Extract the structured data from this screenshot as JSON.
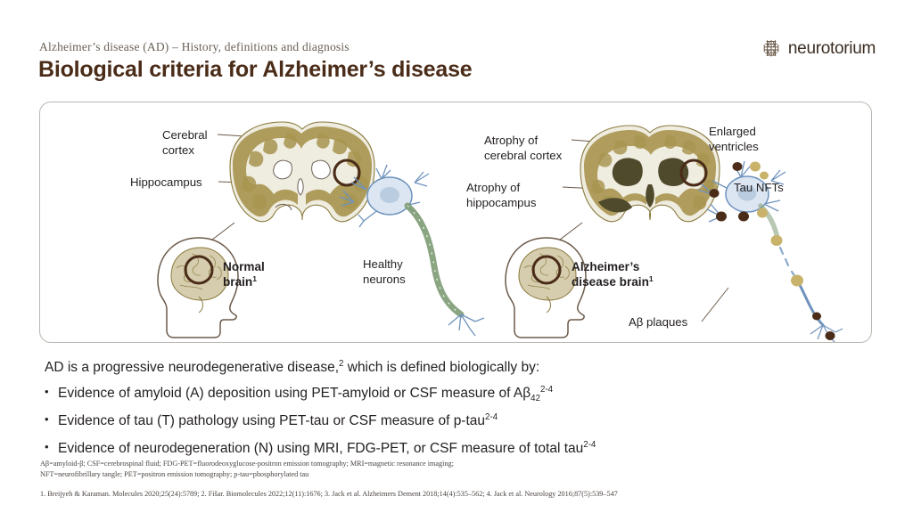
{
  "header": {
    "eyebrow": "Alzheimer’s disease (AD) – History, definitions and diagnosis",
    "title": "Biological criteria for Alzheimer’s disease",
    "logo_text": "neurotorium",
    "logo_icon": "neurotorium-grid-brain-icon"
  },
  "figure": {
    "labels": {
      "cerebral_cortex": "Cerebral",
      "cerebral_cortex_2": "cortex",
      "hippocampus": "Hippocampus",
      "normal_brain": "Normal",
      "normal_brain_2": "brain",
      "normal_brain_sup": "1",
      "healthy_neurons": "Healthy",
      "healthy_neurons_2": "neurons",
      "atrophy_cortex": "Atrophy of",
      "atrophy_cortex_2": "cerebral cortex",
      "atrophy_hippocampus": "Atrophy of",
      "atrophy_hippocampus_2": "hippocampus",
      "enlarged_ventricles": "Enlarged",
      "enlarged_ventricles_2": "ventricles",
      "tau_nfts": "Tau NFTs",
      "ad_brain": "Alzheimer’s",
      "ad_brain_2": "disease brain",
      "ad_brain_sup": "1",
      "abeta_plaques": "Aβ plaques"
    },
    "colors": {
      "brain_gyri": "#a89550",
      "brain_interior": "#efece0",
      "brain_outline": "#8a7a3e",
      "marker_circle": "#4a2c18",
      "neuron_fill": "#dce6f2",
      "neuron_outline": "#6f93bd",
      "axon_healthy": "#7d9b73",
      "nft_dark": "#4a2c18",
      "plaque_tan": "#c9b26a",
      "head_outline": "#6b5a4a",
      "ventricle_dark": "#4f4a2c"
    }
  },
  "body": {
    "lede_pre": "AD is a progressive neurodegenerative disease,",
    "lede_sup": "2",
    "lede_post": " which is defined biologically by:",
    "bullets": [
      {
        "pre": "Evidence of amyloid (A) deposition using PET-amyloid or CSF measure of Aβ",
        "sub": "42",
        "sup": "2-4",
        "post": ""
      },
      {
        "pre": "Evidence of tau (T) pathology using PET-tau or CSF measure of p-tau",
        "sub": "",
        "sup": "2-4",
        "post": ""
      },
      {
        "pre": "Evidence of neurodegeneration (N) using MRI, FDG-PET, or CSF measure of total tau",
        "sub": "",
        "sup": "2-4",
        "post": ""
      }
    ]
  },
  "footer": {
    "abbreviations_line1": "Aβ=amyloid-β; CSF=cerebrospinal fluid; FDG-PET=fluorodeoxyglucose-positron emission tomography; MRI=magnetic resonance imaging;",
    "abbreviations_line2": "NFT=neurofibrillary tangle;  PET=positron emission tomography; p-tau=phosphorylated tau",
    "references": "1. Breijyeh & Karaman. Molecules 2020;25(24):5789; 2. Fišar. Biomolecules 2022;12(11):1676; 3. Jack et al. Alzheimers Dement 2018;14(4):535–562; 4. Jack et al. Neurology 2016;87(5):539–547"
  }
}
